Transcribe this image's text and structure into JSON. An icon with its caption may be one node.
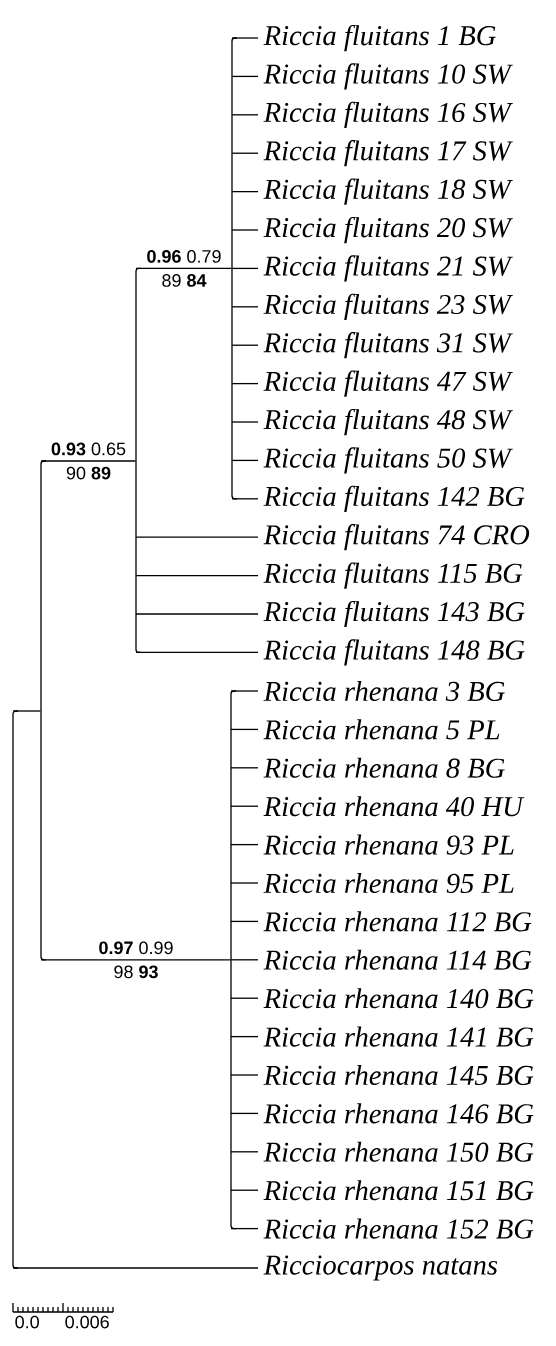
{
  "diagram": {
    "nodes": [
      {
        "text": [],
        "shape": "line"
      },
      {
        "text": [],
        "shape": "line"
      },
      {
        "text": [],
        "shape": "line",
        "beside": [
          "**0.93** 0.65",
          "90 **89**"
        ]
      },
      {
        "text": [],
        "shape": "line",
        "beside": [
          "**0.96** 0.79",
          "89 **84**"
        ]
      },
      {
        "text": [
          "Riccia fluitans 1 BG"
        ]
      },
      {
        "text": [
          "Riccia fluitans 10 SW"
        ]
      },
      {
        "text": [
          "Riccia fluitans 16 SW"
        ]
      },
      {
        "text": [
          "Riccia fluitans 17 SW"
        ]
      },
      {
        "text": [
          "Riccia fluitans 18 SW"
        ]
      },
      {
        "text": [
          "Riccia fluitans 20 SW"
        ]
      },
      {
        "text": [
          "Riccia fluitans 21 SW"
        ]
      },
      {
        "text": [
          "Riccia fluitans 23 SW"
        ]
      },
      {
        "text": [
          "Riccia fluitans 31 SW"
        ]
      },
      {
        "text": [
          "Riccia fluitans 47 SW"
        ]
      },
      {
        "text": [
          "Riccia fluitans 48 SW"
        ]
      },
      {
        "text": [
          "Riccia fluitans 50 SW"
        ]
      },
      {
        "text": [
          "Riccia fluitans 142 BG"
        ]
      },
      {
        "text": [
          "Riccia fluitans 74 CRO"
        ]
      },
      {
        "text": [
          "Riccia fluitans 115 BG"
        ]
      },
      {
        "text": [
          "Riccia fluitans 143 BG"
        ]
      },
      {
        "text": [
          "Riccia fluitans 148 BG"
        ]
      },
      {
        "text": [],
        "shape": "line",
        "beside": [
          "**0.97** 0.99",
          "98 **93**"
        ]
      },
      {
        "text": [
          "Riccia rhenana 3 BG"
        ]
      },
      {
        "text": [
          "Riccia rhenana 5 PL"
        ]
      },
      {
        "text": [
          "Riccia rhenana 8 BG"
        ]
      },
      {
        "text": [
          "Riccia rhenana 40 HU"
        ]
      },
      {
        "text": [
          "Riccia rhenana 93 PL"
        ]
      },
      {
        "text": [
          "Riccia rhenana 95 PL"
        ]
      },
      {
        "text": [
          "Riccia rhenana 112 BG"
        ]
      },
      {
        "text": [
          "Riccia rhenana 114 BG"
        ]
      },
      {
        "text": [
          "Riccia rhenana 140 BG"
        ]
      },
      {
        "text": [
          "Riccia rhenana 141 BG"
        ]
      },
      {
        "text": [
          "Riccia rhenana 145 BG"
        ]
      },
      {
        "text": [
          "Riccia rhenana 146 BG"
        ]
      },
      {
        "text": [
          "Riccia rhenana 150 BG"
        ]
      },
      {
        "text": [
          "Riccia rhenana 151 BG"
        ]
      },
      {
        "text": [
          "Riccia rhenana 152 BG"
        ]
      },
      {
        "text": [
          "Ricciocarpos natans"
        ]
      }
    ],
    "edges": [
      {
        "from": 0,
        "to": 1,
        "arrow": "none"
      },
      {
        "from": 0,
        "to": 37,
        "arrow": "none"
      },
      {
        "from": 1,
        "to": 2,
        "arrow": "none"
      },
      {
        "from": 1,
        "to": 21,
        "arrow": "none"
      },
      {
        "from": 2,
        "to": 3,
        "arrow": "none"
      },
      {
        "from": 2,
        "to": 17,
        "arrow": "none"
      },
      {
        "from": 2,
        "to": 18,
        "arrow": "none"
      },
      {
        "from": 2,
        "to": 19,
        "arrow": "none"
      },
      {
        "from": 2,
        "to": 20,
        "arrow": "none"
      },
      {
        "from": 3,
        "to": 4,
        "arrow": "none"
      },
      {
        "from": 3,
        "to": 5,
        "arrow": "none"
      },
      {
        "from": 3,
        "to": 6,
        "arrow": "none"
      },
      {
        "from": 3,
        "to": 7,
        "arrow": "none"
      },
      {
        "from": 3,
        "to": 8,
        "arrow": "none"
      },
      {
        "from": 3,
        "to": 9,
        "arrow": "none"
      },
      {
        "from": 3,
        "to": 10,
        "arrow": "none"
      },
      {
        "from": 3,
        "to": 11,
        "arrow": "none"
      },
      {
        "from": 3,
        "to": 12,
        "arrow": "none"
      },
      {
        "from": 3,
        "to": 13,
        "arrow": "none"
      },
      {
        "from": 3,
        "to": 14,
        "arrow": "none"
      },
      {
        "from": 3,
        "to": 15,
        "arrow": "none"
      },
      {
        "from": 3,
        "to": 16,
        "arrow": "none"
      },
      {
        "from": 21,
        "to": 22,
        "arrow": "none"
      },
      {
        "from": 21,
        "to": 23,
        "arrow": "none"
      },
      {
        "from": 21,
        "to": 24,
        "arrow": "none"
      },
      {
        "from": 21,
        "to": 25,
        "arrow": "none"
      },
      {
        "from": 21,
        "to": 26,
        "arrow": "none"
      },
      {
        "from": 21,
        "to": 27,
        "arrow": "none"
      },
      {
        "from": 21,
        "to": 28,
        "arrow": "none"
      },
      {
        "from": 21,
        "to": 29,
        "arrow": "none"
      },
      {
        "from": 21,
        "to": 30,
        "arrow": "none"
      },
      {
        "from": 21,
        "to": 31,
        "arrow": "none"
      },
      {
        "from": 21,
        "to": 32,
        "arrow": "none"
      },
      {
        "from": 21,
        "to": 33,
        "arrow": "none"
      },
      {
        "from": 21,
        "to": 34,
        "arrow": "none"
      },
      {
        "from": 21,
        "to": 35,
        "arrow": "none"
      },
      {
        "from": 21,
        "to": 36,
        "arrow": "none"
      }
    ],
    "labels": [
      "0.0",
      "0.006"
    ]
  }
}
